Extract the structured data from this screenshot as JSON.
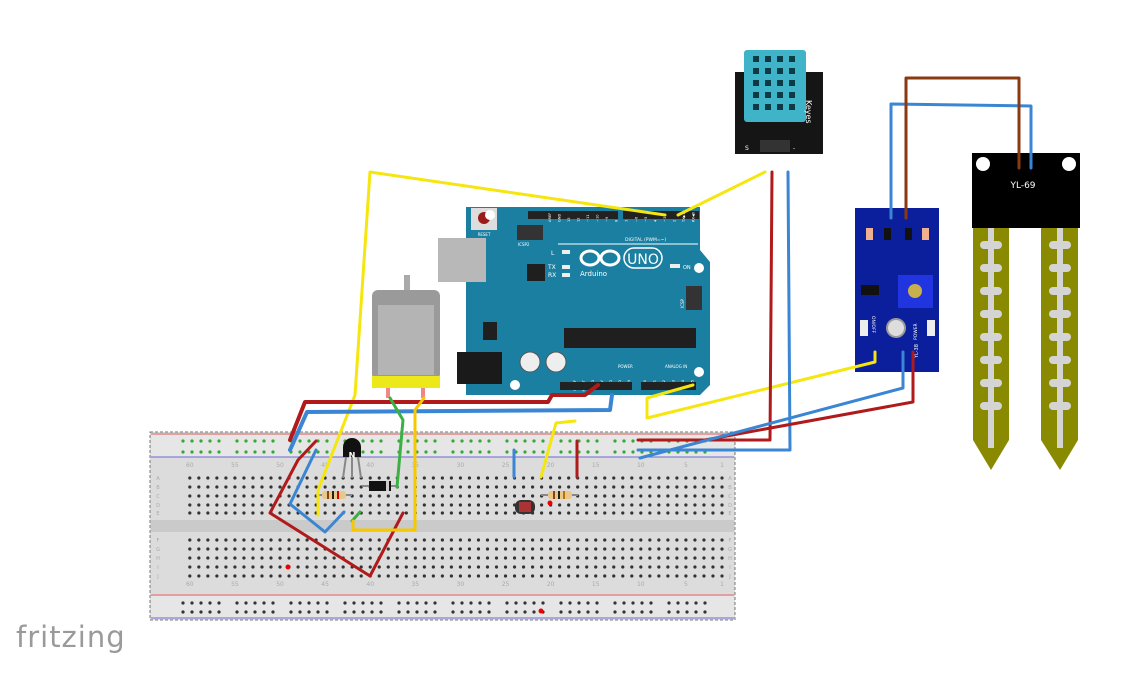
{
  "app": {
    "logo": "fritzing"
  },
  "arduino": {
    "brand": "Arduino",
    "model": "UNO",
    "reset_label": "RESET",
    "icsp2_label": "ICSP2",
    "icsp_label": "ICSP",
    "digital_label": "DIGITAL (PWM=~)",
    "analog_label": "ANALOG IN",
    "power_label": "POWER",
    "led_labels": [
      "L",
      "TX",
      "RX",
      "ON"
    ],
    "digital_pins": [
      "AREF",
      "GND",
      "13",
      "12",
      "~11",
      "~10",
      "~9",
      "8",
      "7",
      "~6",
      "~5",
      "4",
      "~3",
      "2",
      "TX▶1",
      "RX◀0"
    ],
    "power_pins": [
      "IOREF",
      "RESET",
      "3V3",
      "5V",
      "GND",
      "GND",
      "VIN"
    ],
    "analog_pins": [
      "A0",
      "A1",
      "A2",
      "A3",
      "A4",
      "A5"
    ]
  },
  "dht_module": {
    "brand": "Keyes",
    "pin_label": "S",
    "minus_label": "-"
  },
  "soil_module": {
    "label": "YL-38",
    "led1_label": "ON/OFF",
    "led2_label": "POWER"
  },
  "soil_probe": {
    "label": "YL-69"
  },
  "transistor": {
    "label": "N"
  },
  "breadboard": {
    "column_numbers": [
      "60",
      "55",
      "50",
      "45",
      "40",
      "35",
      "30",
      "25",
      "20",
      "15",
      "10",
      "5",
      "1"
    ],
    "row_letters_top": [
      "A",
      "B",
      "C",
      "D",
      "E"
    ],
    "row_letters_bottom": [
      "F",
      "G",
      "H",
      "I",
      "J"
    ]
  },
  "colors": {
    "arduino": "#1a7fa0",
    "wire_red": "#b01a1a",
    "wire_blue": "#3a86d4",
    "wire_yellow": "#f5e60e",
    "wire_green": "#3cb043",
    "wire_brown": "#8b3a10",
    "wire_orange_yellow": "#f5c800",
    "soil_module": "#0b1f9c",
    "probe": "#8a8a00",
    "dht": "#3fb3c8"
  }
}
